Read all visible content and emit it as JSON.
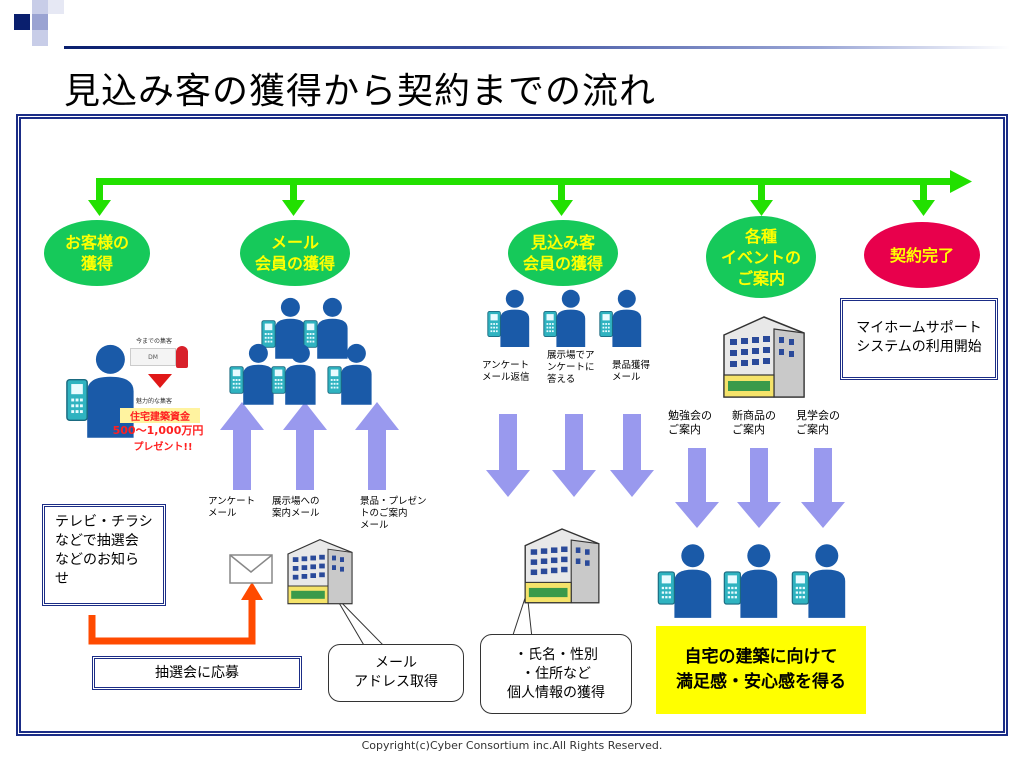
{
  "slide": {
    "title": "見込み客の獲得から契約までの流れ",
    "copyright": "Copyright(c)Cyber Consortium inc.All Rights Reserved."
  },
  "stages": [
    {
      "label": "お客様の\n獲得"
    },
    {
      "label": "メール\n会員の獲得"
    },
    {
      "label": "見込み客\n会員の獲得"
    },
    {
      "label": "各種\nイベントの\nご案内"
    },
    {
      "label": "契約完了"
    }
  ],
  "promo": {
    "top1": "今までの集客",
    "mid": "DM",
    "top2": "魅力的な集客",
    "line1": "住宅建築資金",
    "line2": "500～1,000万円",
    "line3": "プレゼント!!"
  },
  "email_labels": [
    "アンケート\nメール",
    "展示場への\n案内メール",
    "景品・プレゼン\nトのご案内\nメール"
  ],
  "prospect_labels": [
    "アンケート\nメール返信",
    "展示場でア\nンケートに\n答える",
    "景品獲得\nメール"
  ],
  "event_labels": [
    "勉強会の\nご案内",
    "新商品の\nご案内",
    "見学会の\nご案内"
  ],
  "boxes": {
    "tv_flyer": "テレビ・チラシ\nなどで抽選会\nなどのお知ら\nせ",
    "lottery": "抽選会に応募",
    "support": "マイホームサポート\nシステムの利用開始"
  },
  "callouts": {
    "mail": "メール\nアドレス取得",
    "personal": "・氏名・性別\n・住所など\n個人情報の獲得"
  },
  "result": "自宅の建築に向けて\n満足感・安心感を得る",
  "colors": {
    "timeline": "#22e000",
    "stage_green": "#16c95a",
    "stage_red": "#e8004c",
    "stage_text": "#ffff00",
    "blue_arrow": "#9999ee",
    "orange_arrow": "#ff4a00",
    "frame": "#1b2d86",
    "result_bg": "#ffff00"
  }
}
